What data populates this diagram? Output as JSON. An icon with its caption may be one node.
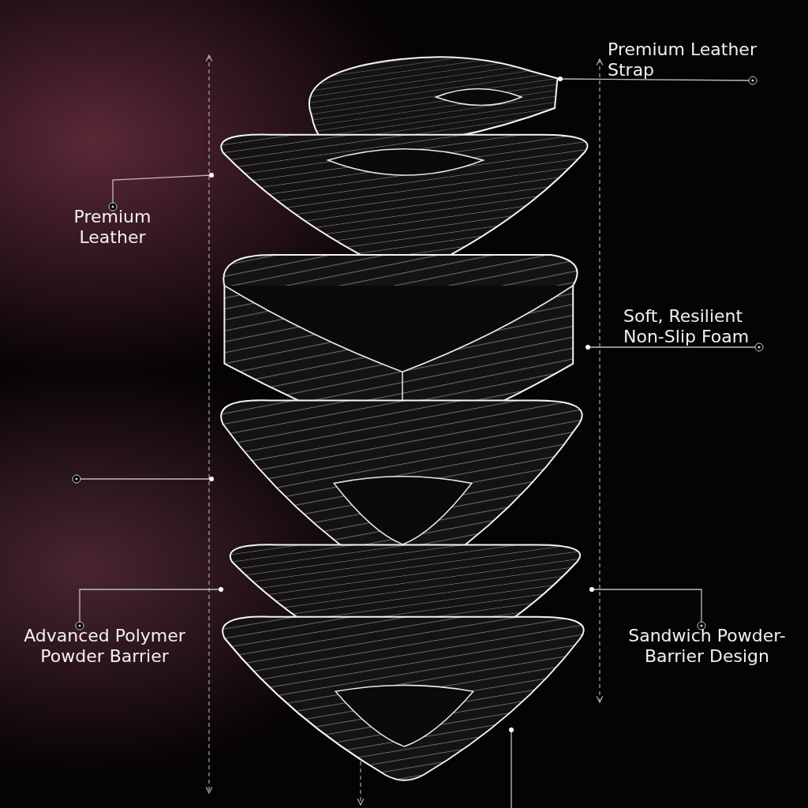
{
  "diagram": {
    "nodes": [
      {
        "text": [
          "Premium Leather Strap"
        ]
      },
      {
        "text": [
          "Premium Leather"
        ]
      },
      {
        "text": [
          "Soft, Resilient Non-Slip Foam"
        ]
      },
      {
        "text": [
          "Advanced Polymer Powder Barrier"
        ]
      },
      {
        "text": [
          "Sandwich Powder-Barrier Design"
        ]
      },
      {
        "text": [],
        "shape": "picture"
      },
      {
        "text": [],
        "shape": "picture"
      },
      {
        "text": [],
        "shape": "picture"
      },
      {
        "text": [],
        "shape": "picture"
      },
      {
        "text": [],
        "shape": "picture"
      },
      {
        "text": [],
        "shape": "picture"
      }
    ],
    "edges": [
      {
        "from": 0,
        "to": 5,
        "arrow": "other"
      },
      {
        "from": 1,
        "to": 6,
        "arrow": "other"
      },
      {
        "from": 2,
        "to": 7,
        "arrow": "other"
      },
      {
        "from": null,
        "to": 8,
        "arrow": "other"
      },
      {
        "from": 3,
        "to": 9,
        "arrow": "other"
      },
      {
        "from": 4,
        "to": 9,
        "arrow": "other"
      },
      {
        "from": 10,
        "to": null,
        "arrow": "other"
      }
    ]
  }
}
